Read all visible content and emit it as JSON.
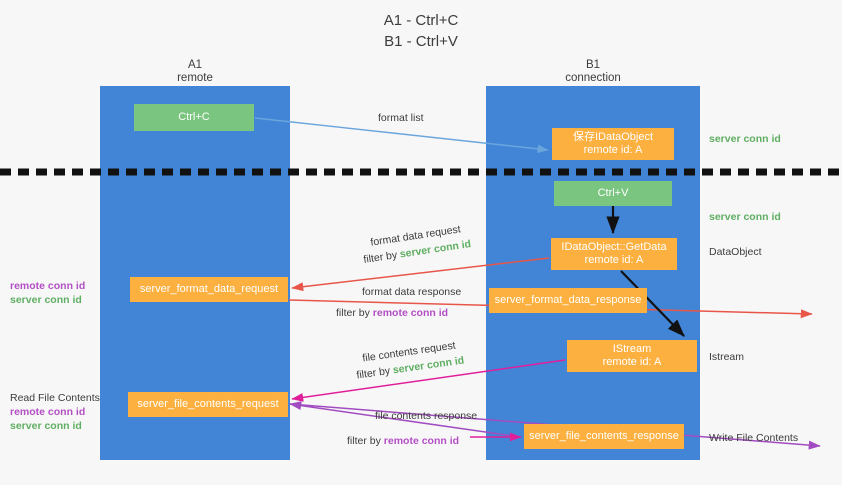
{
  "title": {
    "line1": "A1 - Ctrl+C",
    "line2": "B1 - Ctrl+V"
  },
  "columns": {
    "left": {
      "name": "A1",
      "sub": "remote"
    },
    "right": {
      "name": "B1",
      "sub": "connection"
    }
  },
  "boxes": {
    "ctrl_c": {
      "line1": "Ctrl+C"
    },
    "save_dataobject": {
      "line1": "保存IDataObject",
      "line2": "remote id: A"
    },
    "ctrl_v": {
      "line1": "Ctrl+V"
    },
    "getdata": {
      "line1": "IDataObject::GetData",
      "line2": "remote id: A"
    },
    "format_data_request": {
      "line1": "server_format_data_request"
    },
    "format_data_response": {
      "line1": "server_format_data_response"
    },
    "istream": {
      "line1": "IStream",
      "line2": "remote id: A"
    },
    "file_contents_request": {
      "line1": "server_file_contents_request"
    },
    "file_contents_response": {
      "line1": "server_file_contents_response"
    }
  },
  "edge_labels": {
    "format_list": "format list",
    "format_data_request": "format data request",
    "format_data_request_filter_prefix": "filter by ",
    "format_data_request_filter_value": "server conn id",
    "format_data_response": "format data response",
    "format_data_response_filter_prefix": "filter by ",
    "format_data_response_filter_value": "remote conn id",
    "file_contents_request": "file contents request",
    "file_contents_request_filter_prefix": "filter by ",
    "file_contents_request_filter_value": "server conn id",
    "file_contents_response": "file contents response",
    "file_contents_response_filter_prefix": "filter by ",
    "file_contents_response_filter_value": "remote conn id"
  },
  "annotations": {
    "server_conn_id_top": "server conn id",
    "server_conn_id_mid": "server conn id",
    "dataobject": "DataObject",
    "istream": "Istream",
    "write_file_contents": "Write File Contents",
    "read_file_contents": "Read File Contents",
    "remote_conn_id": "remote conn id",
    "server_conn_id": "server conn id"
  },
  "colors": {
    "lane": "#4285d6",
    "orange": "#fbb040",
    "green": "#7ac57f",
    "green_text": "#5fae62",
    "purple_text": "#b34fc4",
    "arrow_blue": "#6aa6dd",
    "arrow_red": "#e8564a",
    "arrow_pink": "#e01f9b",
    "arrow_purple": "#a14cc0",
    "arrow_black": "#111111",
    "background": "#f7f7f7"
  }
}
